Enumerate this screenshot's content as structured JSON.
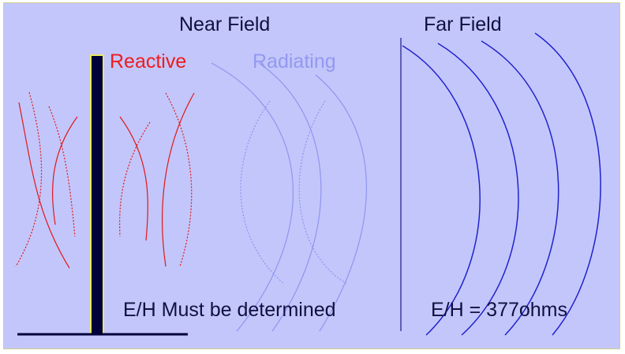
{
  "labels": {
    "near_field": "Near Field",
    "far_field": "Far Field",
    "reactive": "Reactive",
    "radiating": "Radiating",
    "near_note": "E/H Must be determined",
    "far_note": "E/H = 377ohms"
  },
  "colors": {
    "background": "#c3c6fb",
    "antenna": "#00003a",
    "antenna_outline": "#e8e860",
    "reactive": "#e01818",
    "radiating": "#8e95ee",
    "far_field": "#2222cc",
    "text": "#101040"
  }
}
